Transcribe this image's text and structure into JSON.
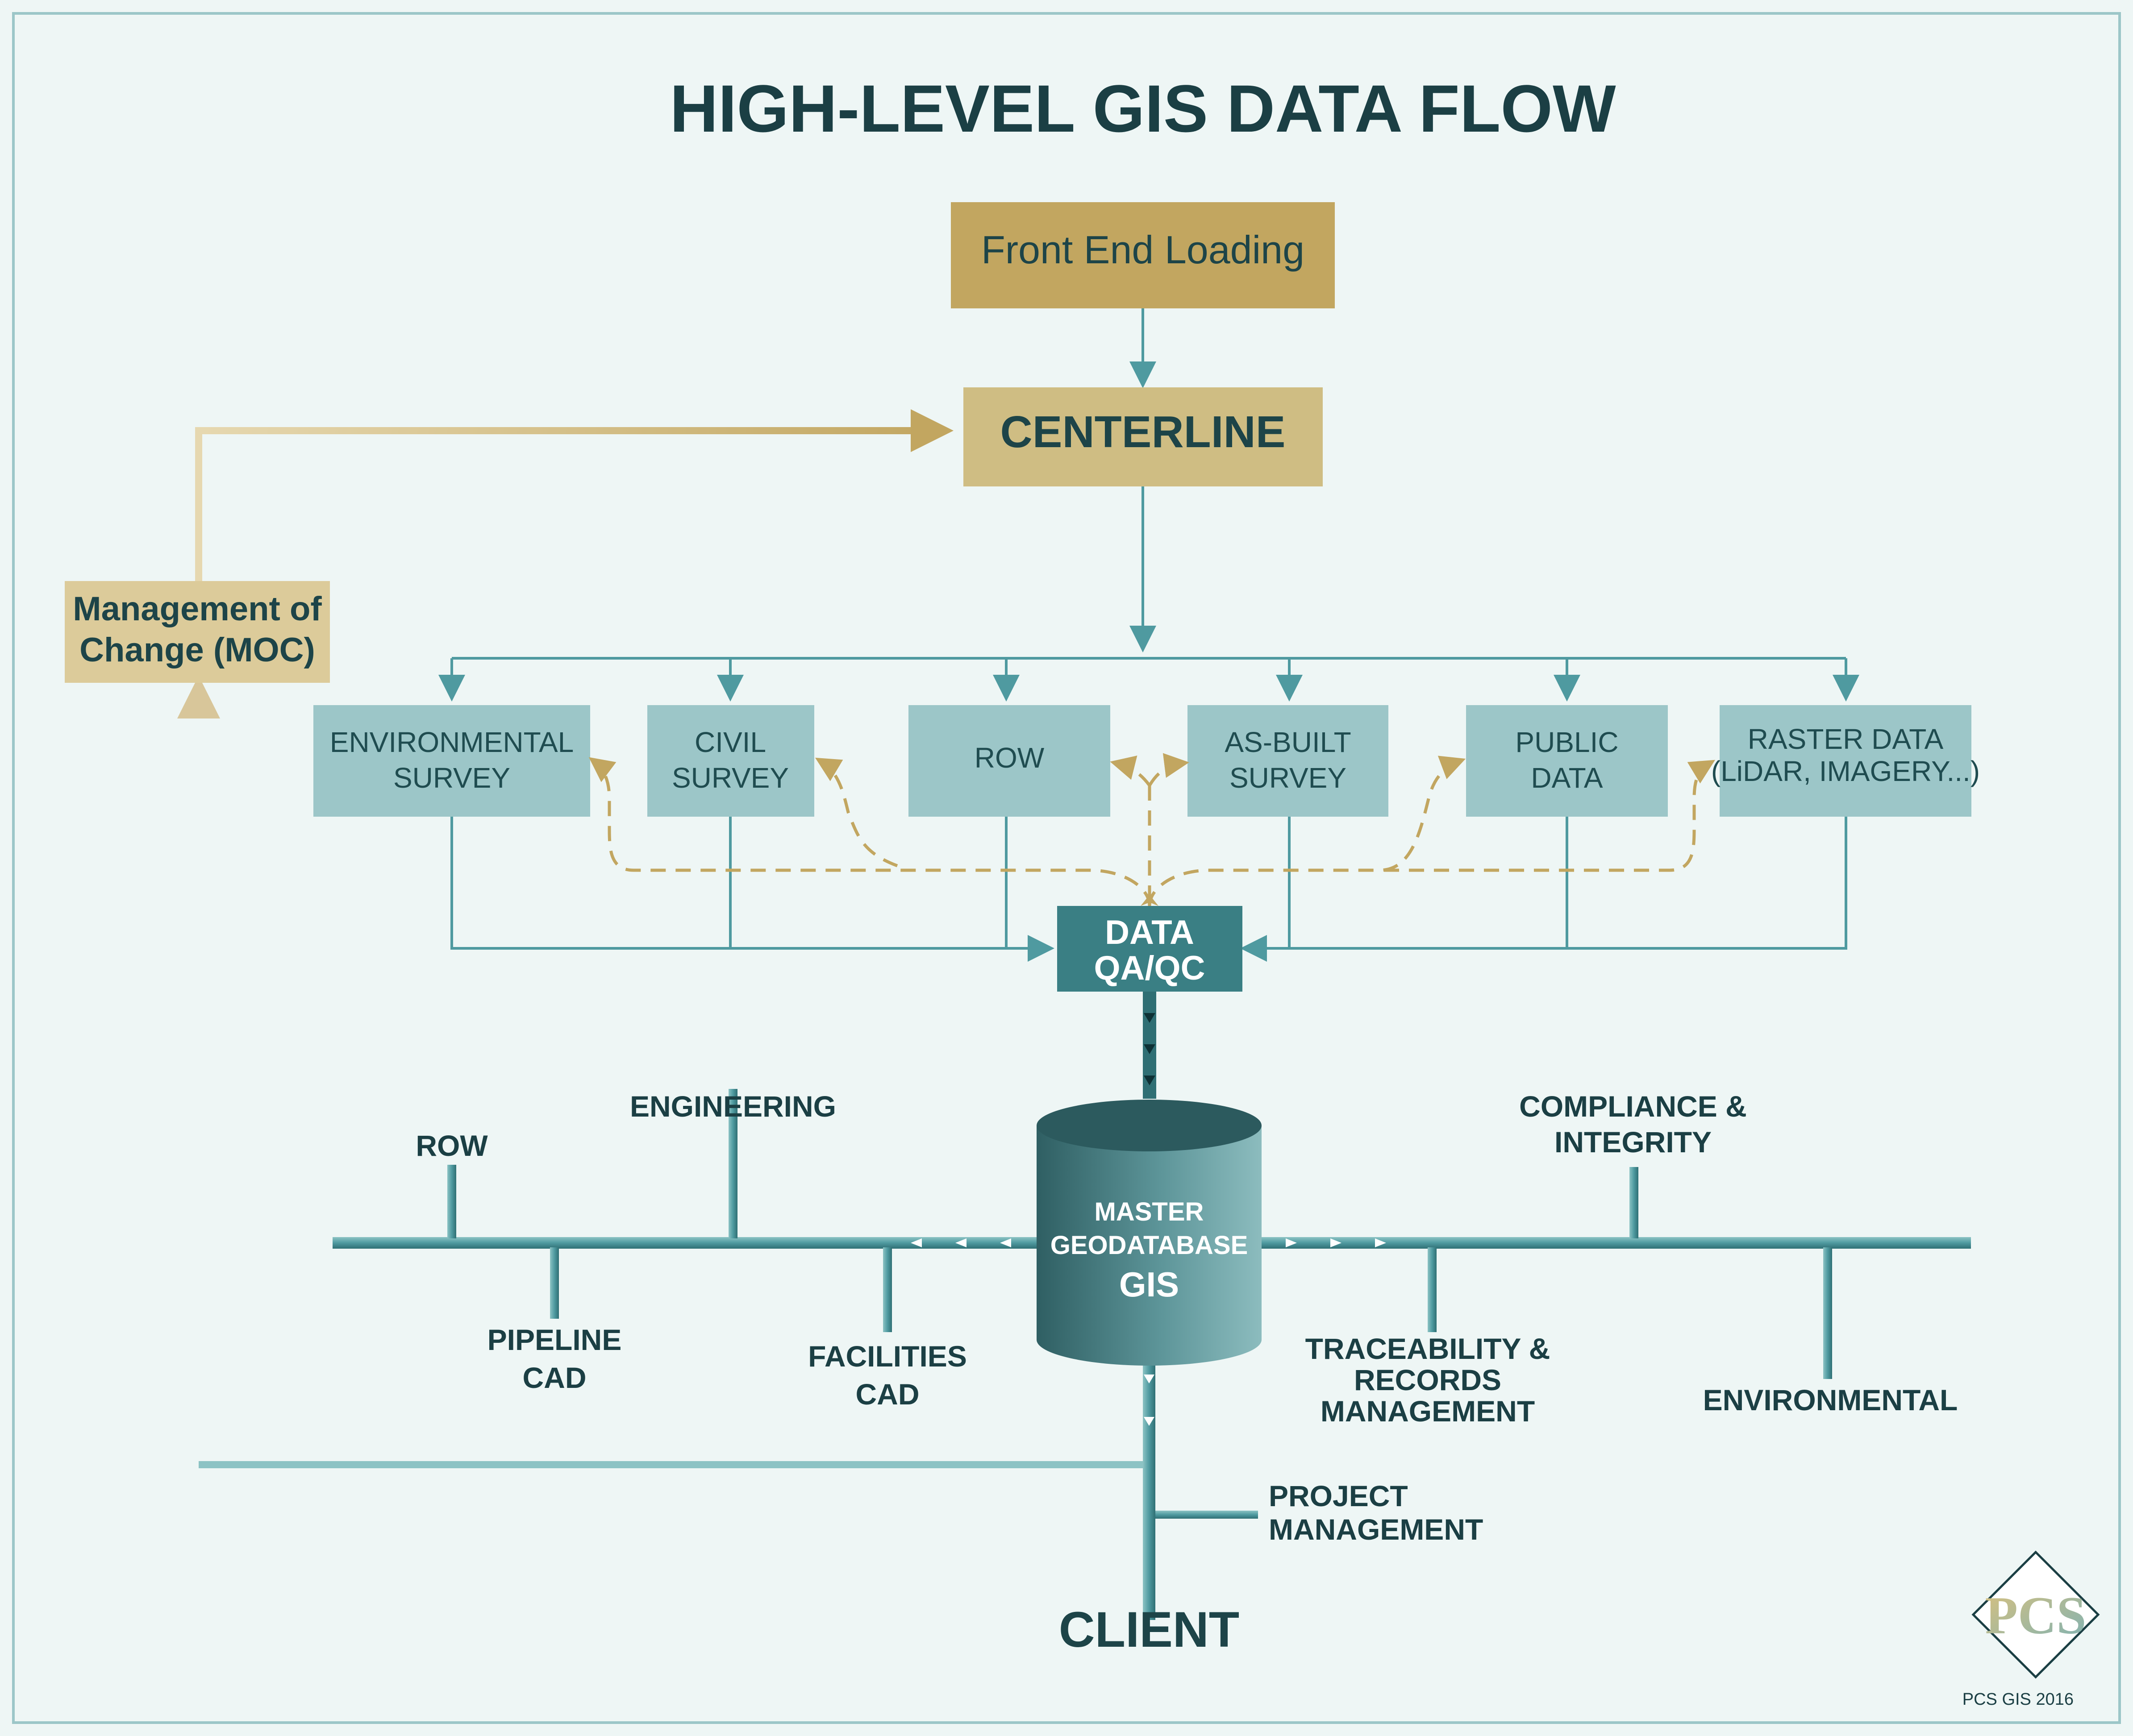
{
  "title": "HIGH-LEVEL GIS DATA FLOW",
  "nodes": {
    "front_end_loading": "Front End Loading",
    "centerline": "CENTERLINE",
    "moc_line1": "Management of",
    "moc_line2": "Change (MOC)",
    "env_survey": [
      "ENVIRONMENTAL",
      "SURVEY"
    ],
    "civil_survey": [
      "CIVIL",
      "SURVEY"
    ],
    "row_source": "ROW",
    "as_built": [
      "AS-BUILT",
      "SURVEY"
    ],
    "public_data": [
      "PUBLIC",
      "DATA"
    ],
    "raster_data": [
      "RASTER DATA",
      "(LiDAR, IMAGERY...)"
    ],
    "qaqc": [
      "DATA",
      "QA/QC"
    ],
    "master": [
      "MASTER",
      "GEODATABASE",
      "GIS"
    ],
    "client": "CLIENT"
  },
  "departments": {
    "row": "ROW",
    "engineering": "ENGINEERING",
    "pipeline_cad": [
      "PIPELINE",
      "CAD"
    ],
    "facilities_cad": [
      "FACILITIES",
      "CAD"
    ],
    "compliance": [
      "COMPLIANCE &",
      "INTEGRITY"
    ],
    "traceability": [
      "TRACEABILITY &",
      "RECORDS",
      "MANAGEMENT"
    ],
    "environmental": "ENVIRONMENTAL",
    "project_management": [
      "PROJECT",
      "MANAGEMENT"
    ]
  },
  "logo": {
    "text": "PCS"
  },
  "credit": "PCS GIS 2016",
  "colors": {
    "background": "#eef6f5",
    "gold_dark": "#c2a660",
    "gold_light": "#cfbd83",
    "gold_pale": "#dccb9a",
    "teal_box": "#9cc6c8",
    "teal_line": "#4f9aa0",
    "teal_dark": "#3a7f84",
    "text_dark": "#1b3f44"
  }
}
